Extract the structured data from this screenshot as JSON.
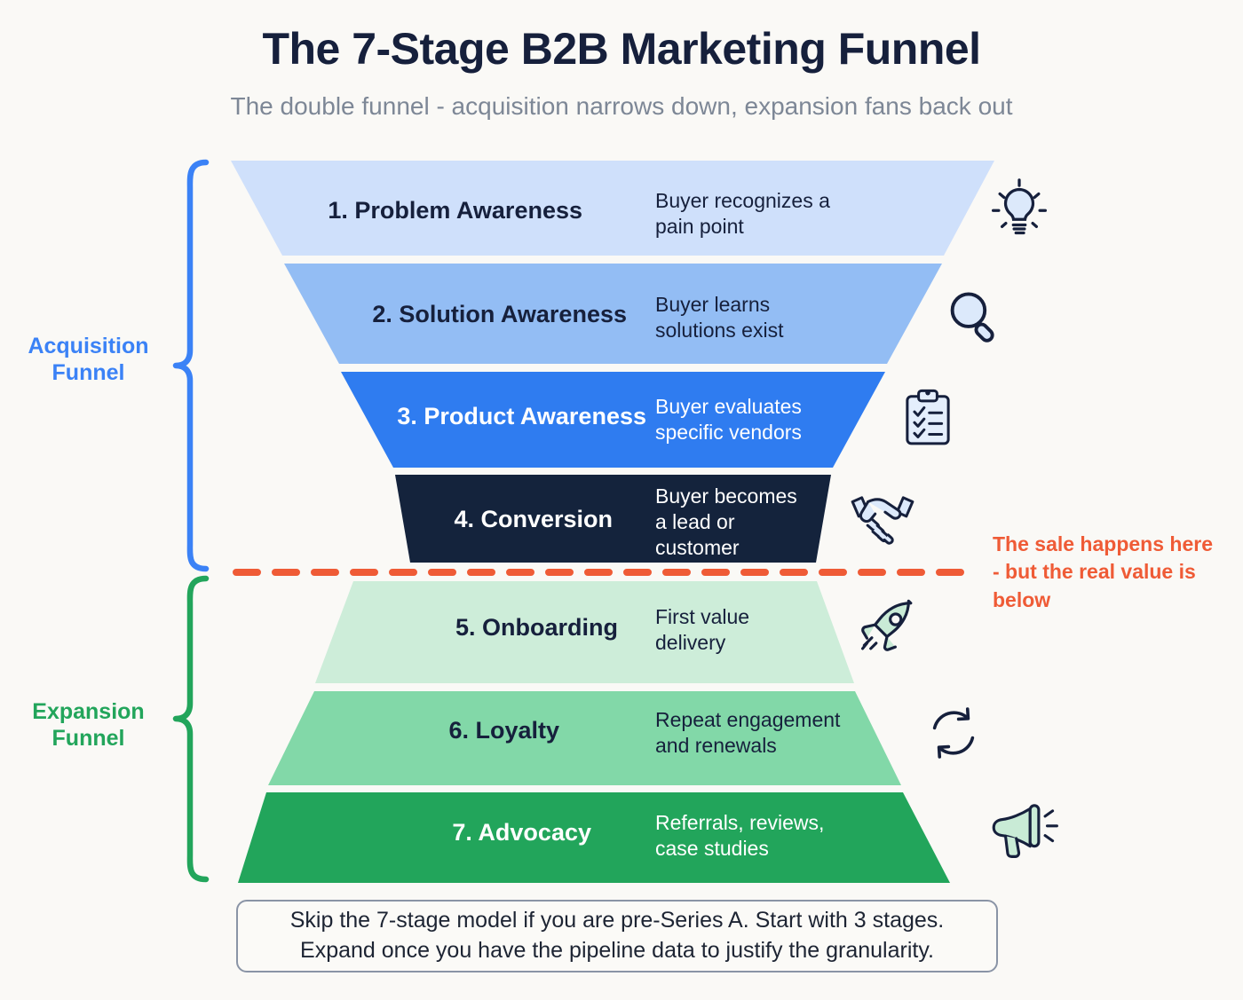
{
  "header": {
    "title": "The 7-Stage B2B Marketing Funnel",
    "subtitle": "The double funnel - acquisition narrows down, expansion fans back out"
  },
  "groups": {
    "acquisition": {
      "label": "Acquisition\nFunnel",
      "color": "#3b82f6"
    },
    "expansion": {
      "label": "Expansion\nFunnel",
      "color": "#22a55b"
    }
  },
  "annotation": {
    "text": "The sale happens here - but the real value is below",
    "color": "#ef5b36"
  },
  "divider": {
    "color": "#ef5b36",
    "style": "dashed"
  },
  "footnote": {
    "text": "Skip the 7-stage model if you are pre-Series A. Start with 3 stages.\nExpand once you have the pipeline data to justify the granularity."
  },
  "chart_data": {
    "type": "funnel",
    "title": "The 7-Stage B2B Marketing Funnel",
    "subtitle": "The double funnel - acquisition narrows down, expansion fans back out",
    "stages": [
      {
        "index": "1.",
        "name": "Problem Awareness",
        "label": "1. Problem Awareness",
        "desc": "Buyer recognizes a\npain point",
        "group": "acquisition",
        "fill": "#cfe0fb",
        "text_color": "#16203c",
        "icon": "lightbulb-icon",
        "width_pct": 100
      },
      {
        "index": "2.",
        "name": "Solution Awareness",
        "label": "2. Solution Awareness",
        "desc": "Buyer learns\nsolutions exist",
        "group": "acquisition",
        "fill": "#93bdf4",
        "text_color": "#16203c",
        "icon": "magnifier-icon",
        "width_pct": 82
      },
      {
        "index": "3.",
        "name": "Product Awareness",
        "label": "3. Product Awareness",
        "desc": "Buyer evaluates\nspecific vendors",
        "group": "acquisition",
        "fill": "#2f7cf0",
        "text_color": "#ffffff",
        "icon": "clipboard-check-icon",
        "width_pct": 65
      },
      {
        "index": "4.",
        "name": "Conversion",
        "label": "4. Conversion",
        "desc": "Buyer becomes\na lead or\ncustomer",
        "group": "acquisition",
        "fill": "#14233c",
        "text_color": "#ffffff",
        "icon": "handshake-icon",
        "width_pct": 49
      },
      {
        "index": "5.",
        "name": "Onboarding",
        "label": "5. Onboarding",
        "desc": "First value\ndelivery",
        "group": "expansion",
        "fill": "#cdedd9",
        "text_color": "#16203c",
        "icon": "rocket-icon",
        "width_pct": 55
      },
      {
        "index": "6.",
        "name": "Loyalty",
        "label": "6. Loyalty",
        "desc": "Repeat engagement\nand renewals",
        "group": "expansion",
        "fill": "#82d8a8",
        "text_color": "#16203c",
        "icon": "refresh-cycle-icon",
        "width_pct": 74
      },
      {
        "index": "7.",
        "name": "Advocacy",
        "label": "7. Advocacy",
        "desc": "Referrals, reviews,\ncase studies",
        "group": "expansion",
        "fill": "#22a55b",
        "text_color": "#ffffff",
        "icon": "megaphone-icon",
        "width_pct": 92
      }
    ]
  }
}
